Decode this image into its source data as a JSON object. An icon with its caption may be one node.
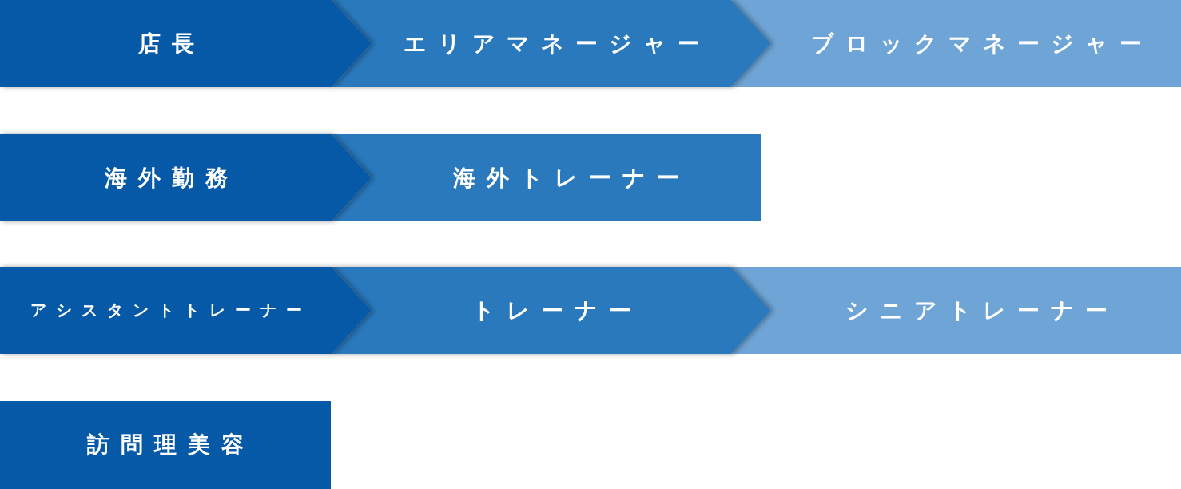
{
  "diagram": {
    "nodes": [
      {
        "text": [
          "店長"
        ]
      },
      {
        "text": [
          "エリアマネージャー"
        ]
      },
      {
        "text": [
          "ブロックマネージャー"
        ]
      },
      {
        "text": [
          "海外勤務"
        ]
      },
      {
        "text": [
          "海外トレーナー"
        ]
      },
      {
        "text": [
          "アシスタントトレーナー"
        ]
      },
      {
        "text": [
          "トレーナー"
        ]
      },
      {
        "text": [
          "シニアトレーナー"
        ]
      },
      {
        "text": [
          "訪問理美容"
        ]
      }
    ]
  }
}
